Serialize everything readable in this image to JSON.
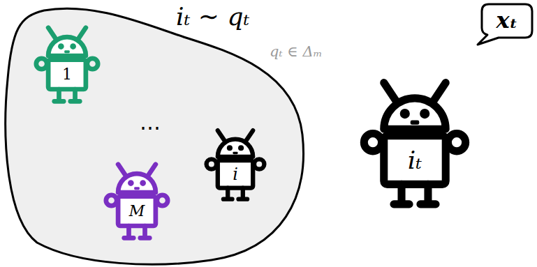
{
  "diagram": {
    "nodes": [
      {
        "text": [
          "⋯"
        ]
      },
      {
        "text": [
          "1"
        ],
        "in": 0
      },
      {
        "text": [
          "i"
        ],
        "in": 0
      },
      {
        "text": [
          "M"
        ],
        "in": 0
      },
      {
        "text": [
          "iₜ"
        ]
      },
      {
        "text": [
          "xₜ"
        ]
      }
    ],
    "labels": [
      "iₜ ∼ qₜ",
      "qₜ ∈ Δₘ"
    ]
  }
}
